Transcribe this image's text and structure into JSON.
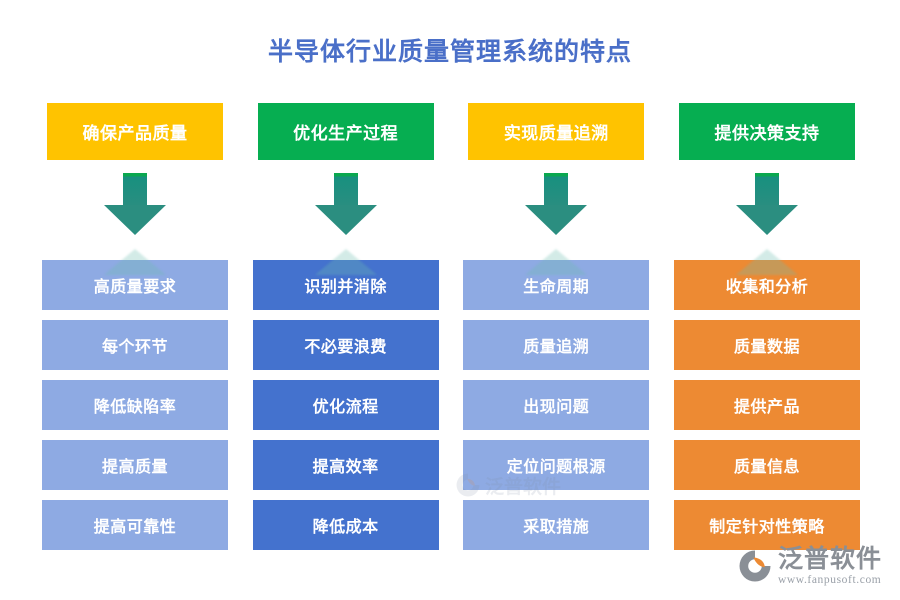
{
  "page": {
    "title": "半导体行业质量管理系统的特点",
    "title_color": "#4a6fc8",
    "background": "#ffffff"
  },
  "palette": {
    "amber": "#ffc300",
    "green": "#06ae51",
    "light_blue": "#8eaae3",
    "blue": "#4472ce",
    "orange": "#ed8a33",
    "arrow_green": "#2b8e80",
    "arrow_top": "#0aa84f"
  },
  "arrow": {
    "icon": "down-arrow-icon"
  },
  "columns": [
    {
      "header": "确保产品质量",
      "header_color": "#ffc300",
      "item_color": "#8eaae3",
      "items": [
        "高质量要求",
        "每个环节",
        "降低缺陷率",
        "提高质量",
        "提高可靠性"
      ]
    },
    {
      "header": "优化生产过程",
      "header_color": "#06ae51",
      "item_color": "#4472ce",
      "items": [
        "识别并消除",
        "不必要浪费",
        "优化流程",
        "提高效率",
        "降低成本"
      ]
    },
    {
      "header": "实现质量追溯",
      "header_color": "#ffc300",
      "item_color": "#8eaae3",
      "items": [
        "生命周期",
        "质量追溯",
        "出现问题",
        "定位问题根源",
        "采取措施"
      ]
    },
    {
      "header": "提供决策支持",
      "header_color": "#06ae51",
      "item_color": "#ed8a33",
      "items": [
        "收集和分析",
        "质量数据",
        "提供产品",
        "质量信息",
        "制定针对性策略"
      ]
    }
  ],
  "watermark": {
    "text": "泛普软件"
  },
  "logo": {
    "name": "泛普软件",
    "url": "www.fanpusoft.com"
  }
}
